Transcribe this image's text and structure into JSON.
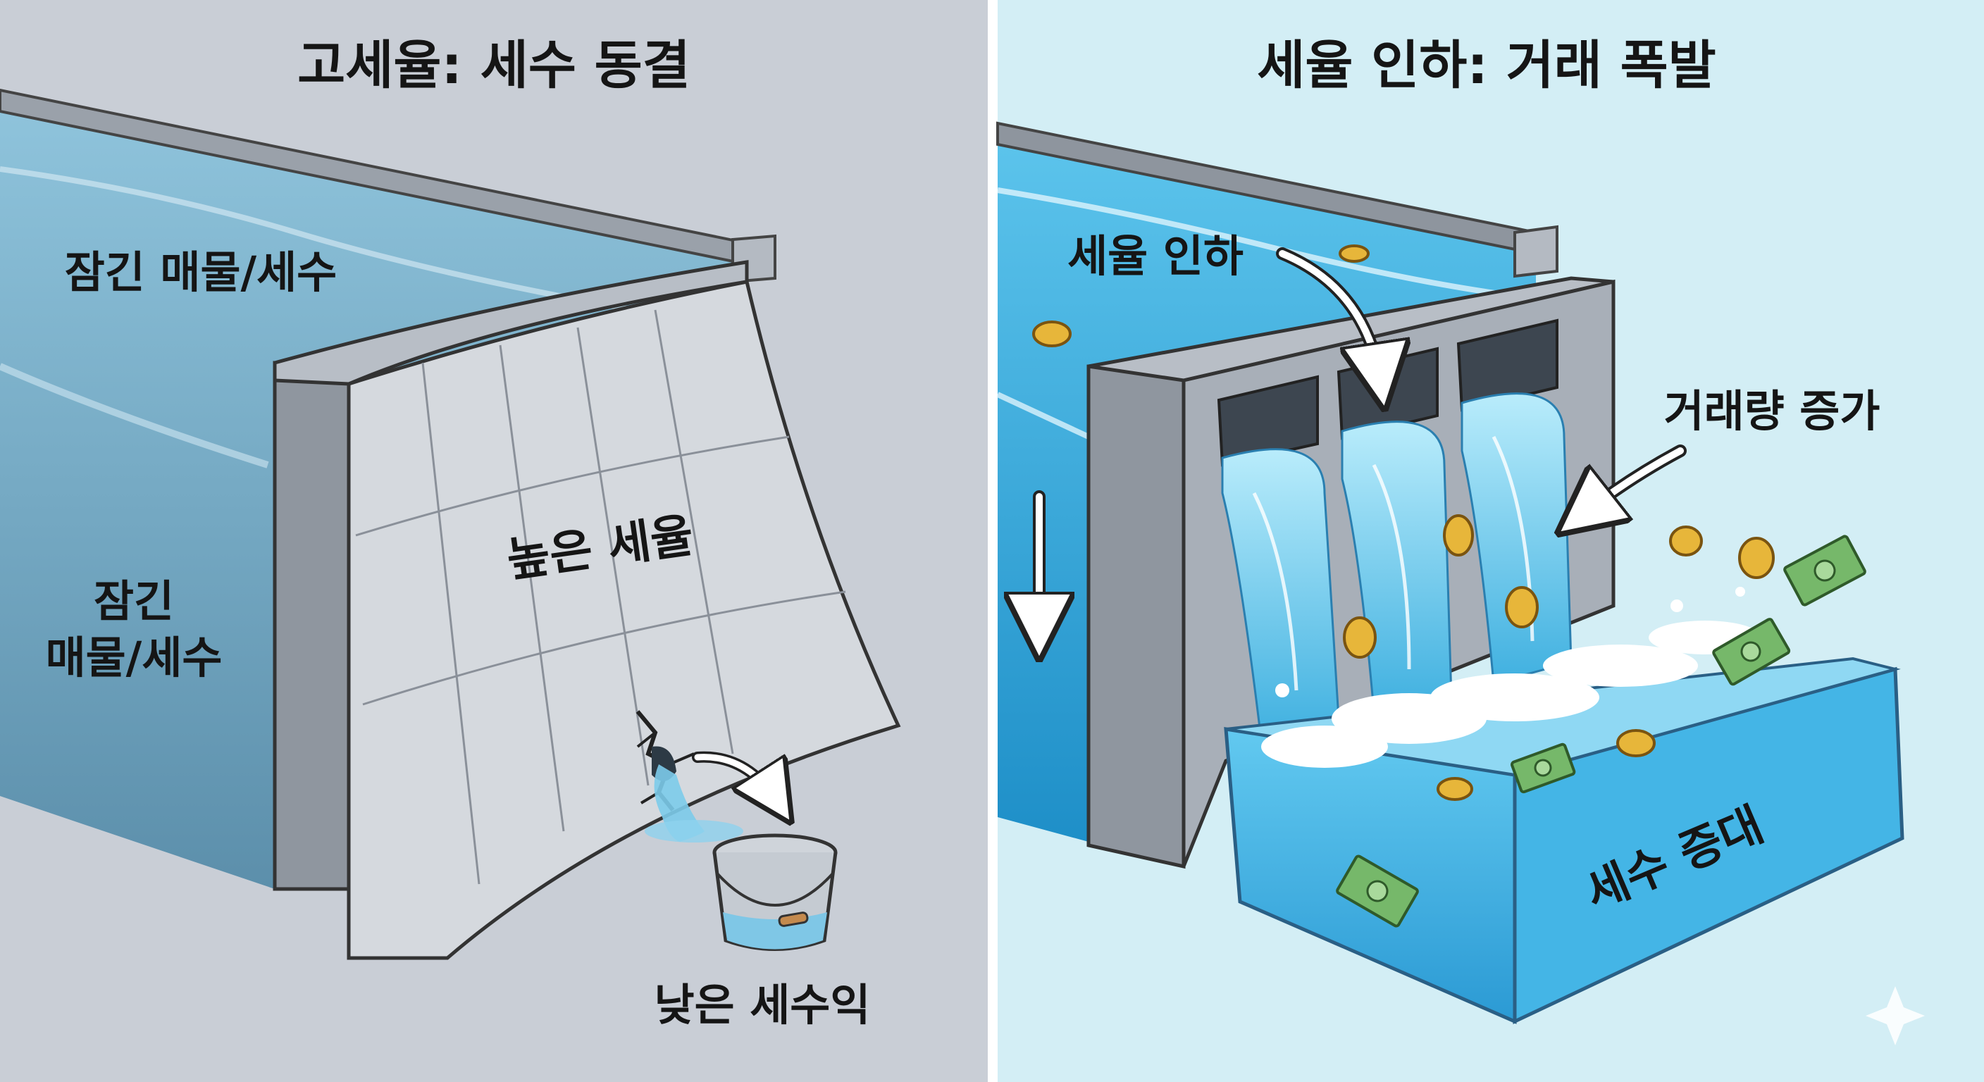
{
  "left_panel": {
    "title": "고세율: 세수 동결",
    "label_reservoir_top": "잠긴 매물/세수",
    "label_reservoir_side_line1": "잠긴",
    "label_reservoir_side_line2": "매물/세수",
    "label_dam": "높은 세율",
    "label_bucket": "낮은 세수익"
  },
  "right_panel": {
    "title": "세율 인하: 거래 폭발",
    "label_cut": "세율 인하",
    "label_volume": "거래량 증가",
    "label_revenue": "세수 증대"
  },
  "colors": {
    "left_background": "#c9ced6",
    "right_background": "#d3eef5",
    "water": "#4fb8e0",
    "concrete": "#a9b0b8",
    "coin": "#e7b63a",
    "bill": "#76b86a"
  },
  "icons": {
    "crack": "crack-icon",
    "bucket": "bucket-icon",
    "coins": "coin-icon",
    "bills": "banknote-icon",
    "sparkle": "sparkle-icon"
  }
}
